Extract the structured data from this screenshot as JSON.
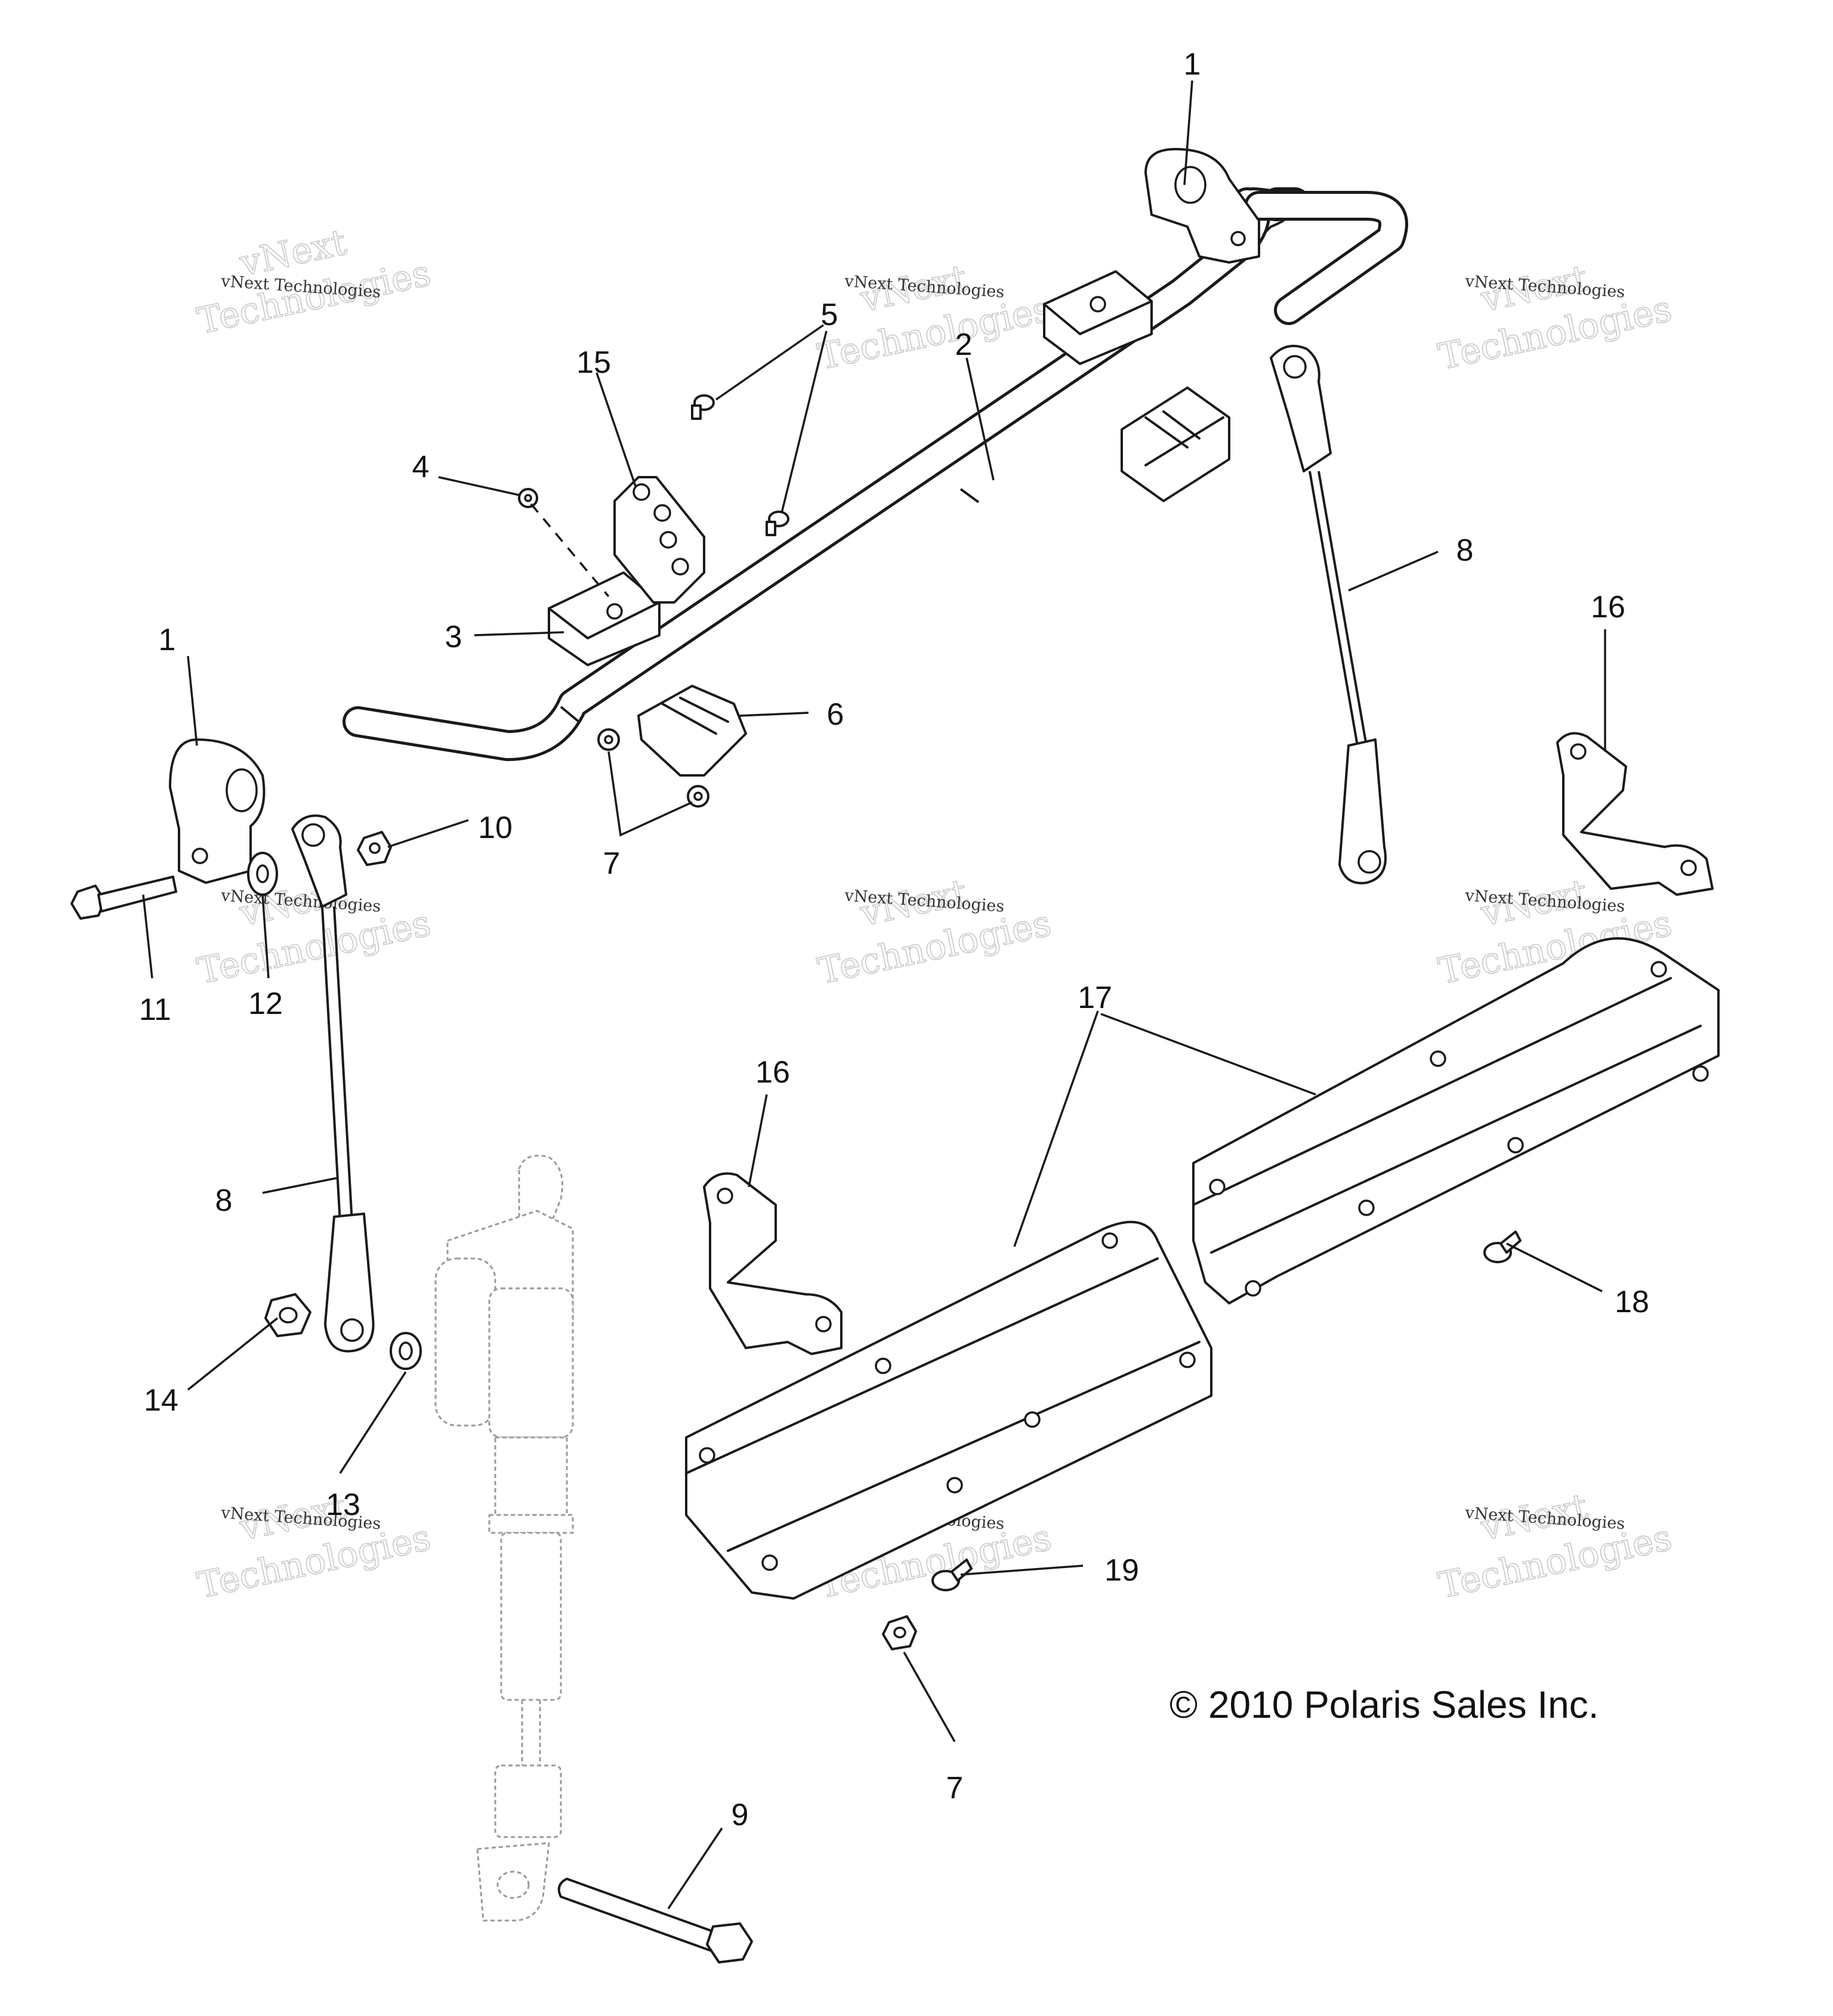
{
  "callouts": {
    "c1a": "1",
    "c1b": "1",
    "c2": "2",
    "c3": "3",
    "c4": "4",
    "c5": "5",
    "c6": "6",
    "c7a": "7",
    "c7b": "7",
    "c8a": "8",
    "c8b": "8",
    "c9": "9",
    "c10": "10",
    "c11": "11",
    "c12": "12",
    "c13": "13",
    "c14": "14",
    "c15": "15",
    "c16a": "16",
    "c16b": "16",
    "c17": "17",
    "c18": "18",
    "c19": "19"
  },
  "watermark": {
    "line1": "vNext",
    "line2": "Technologies",
    "sub": "vNext Technologies"
  },
  "copyright": "© 2010 Polaris Sales Inc."
}
